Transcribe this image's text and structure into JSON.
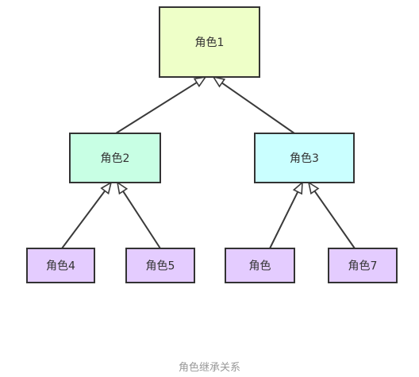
{
  "nodes": [
    {
      "id": "role1",
      "label": "角色1",
      "fill": "#eeffc8",
      "tier": 0
    },
    {
      "id": "role2",
      "label": "角色2",
      "fill": "#c8ffe4",
      "tier": 1
    },
    {
      "id": "role3",
      "label": "角色3",
      "fill": "#caffff",
      "tier": 1
    },
    {
      "id": "role4",
      "label": "角色4",
      "fill": "#e4ccff",
      "tier": 2
    },
    {
      "id": "role5",
      "label": "角色5",
      "fill": "#e4ccff",
      "tier": 2
    },
    {
      "id": "role6",
      "label": "角色",
      "fill": "#e4ccff",
      "tier": 2
    },
    {
      "id": "role7",
      "label": "角色7",
      "fill": "#e4ccff",
      "tier": 2
    }
  ],
  "edges": [
    {
      "from": "role2",
      "to": "role1",
      "arrow": "hollow-triangle"
    },
    {
      "from": "role3",
      "to": "role1",
      "arrow": "hollow-triangle"
    },
    {
      "from": "role4",
      "to": "role2",
      "arrow": "hollow-triangle"
    },
    {
      "from": "role5",
      "to": "role2",
      "arrow": "hollow-triangle"
    },
    {
      "from": "role6",
      "to": "role3",
      "arrow": "hollow-triangle"
    },
    {
      "from": "role7",
      "to": "role3",
      "arrow": "hollow-triangle"
    }
  ],
  "caption": "角色继承关系"
}
